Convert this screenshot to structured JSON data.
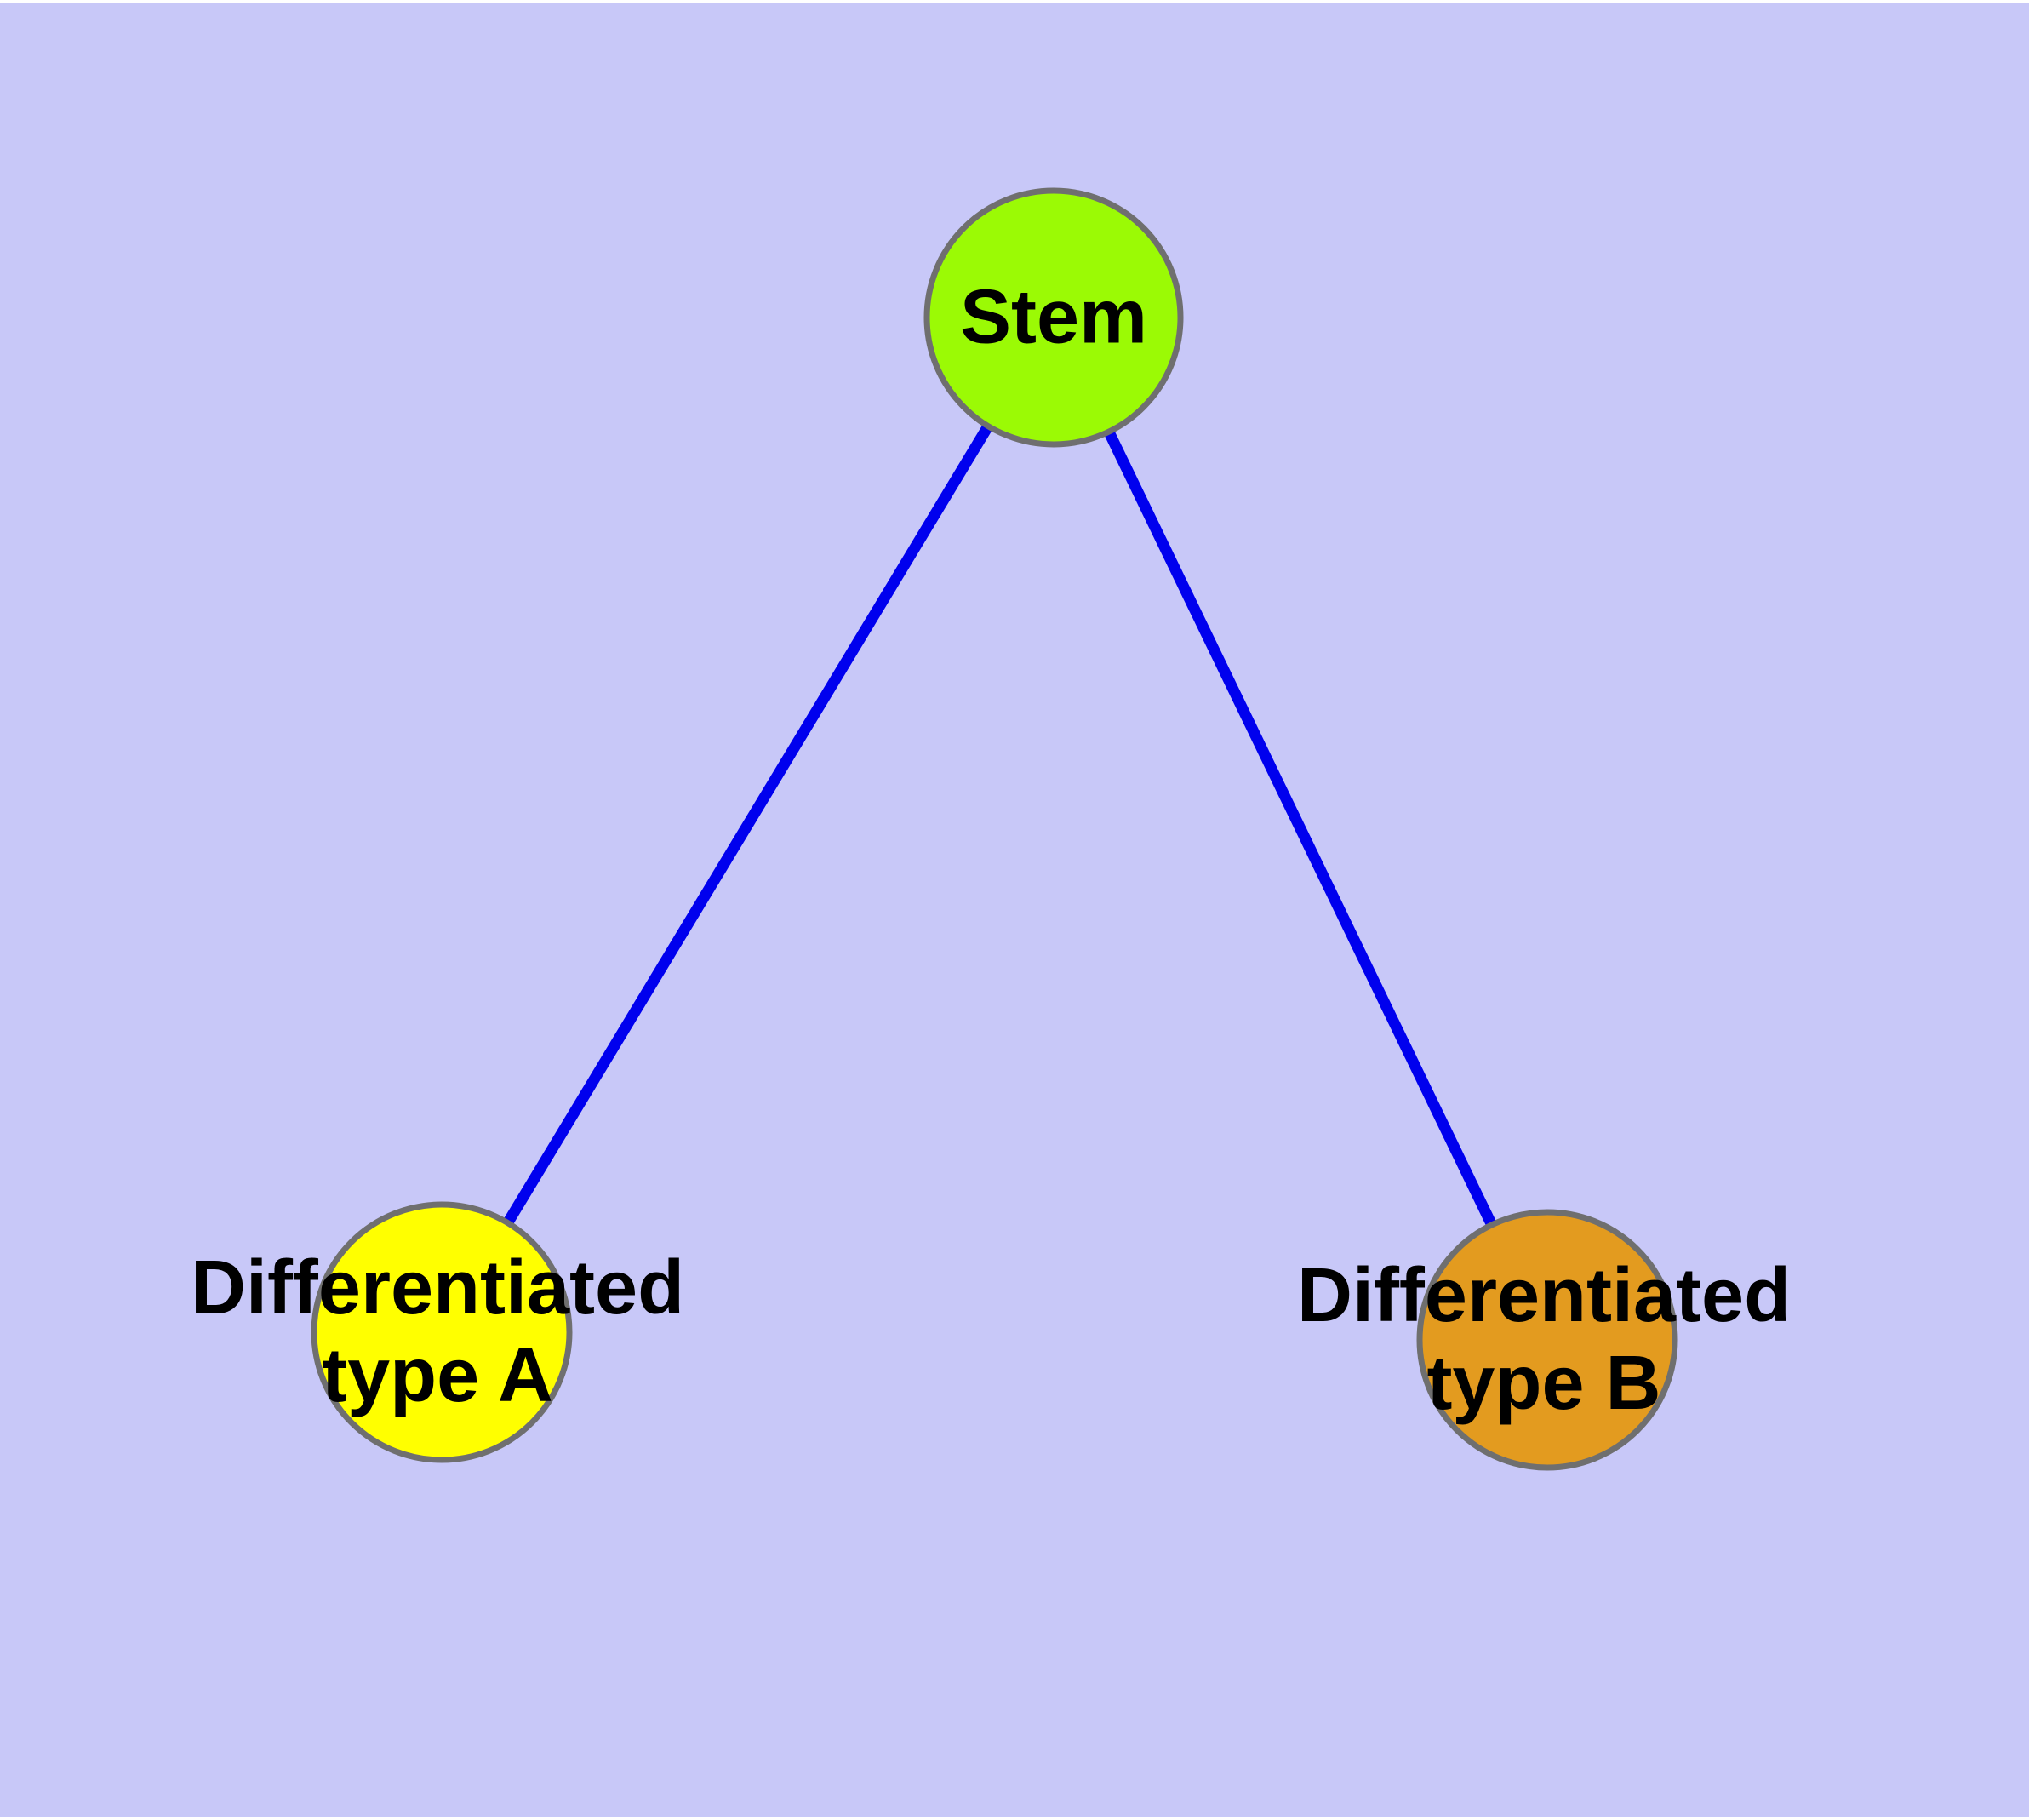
{
  "diagram": {
    "type": "node-edge-graph",
    "colors": {
      "background": "#c8c8f8",
      "edge": "#0000ee",
      "node_border": "#6f6f6f",
      "label_text": "#000000"
    },
    "nodes": {
      "stem": {
        "label": "Stem",
        "fill": "#9bfa05"
      },
      "type_a": {
        "label": "Differentiated\ntype A",
        "fill": "#ffff00"
      },
      "type_b": {
        "label": "Differentiated\ntype B",
        "fill": "#e39b1f"
      }
    },
    "edges": [
      {
        "from": "Stem",
        "to": "Differentiated type A"
      },
      {
        "from": "Stem",
        "to": "Differentiated type B"
      }
    ]
  }
}
